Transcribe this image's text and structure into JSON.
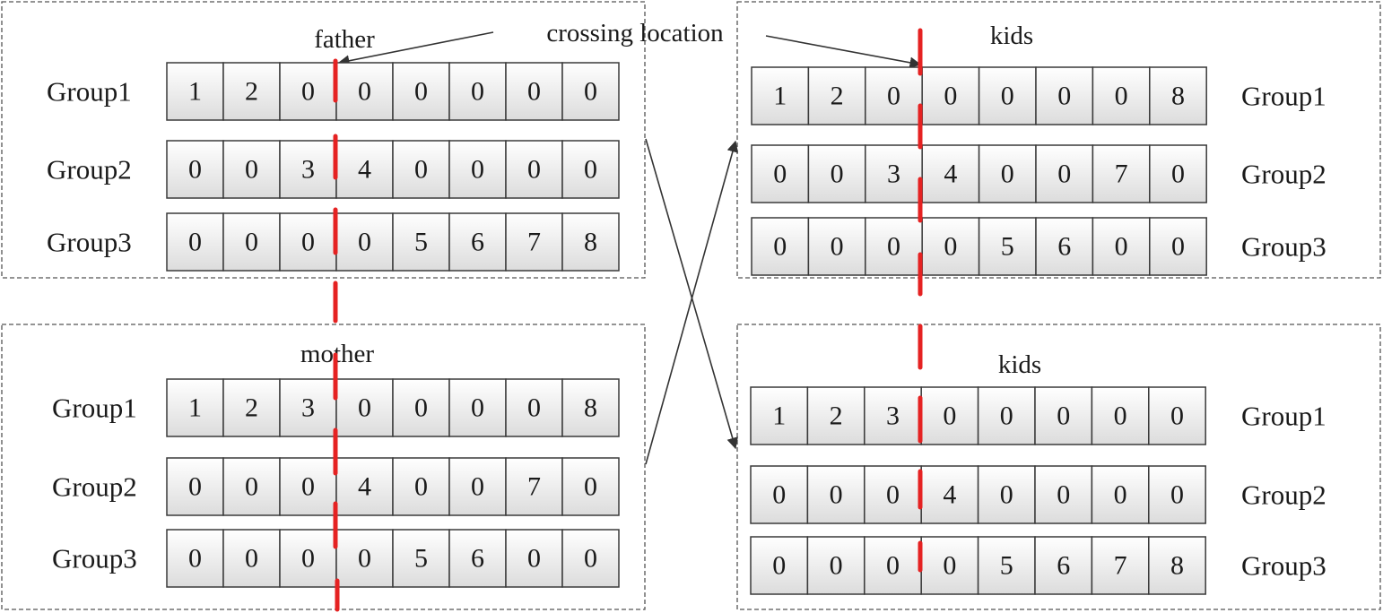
{
  "annotation": "crossing location",
  "parents": {
    "father": {
      "title": "father",
      "groups": [
        {
          "label": "Group1",
          "genes": [
            "1",
            "2",
            "0",
            "0",
            "0",
            "0",
            "0",
            "0"
          ]
        },
        {
          "label": "Group2",
          "genes": [
            "0",
            "0",
            "3",
            "4",
            "0",
            "0",
            "0",
            "0"
          ]
        },
        {
          "label": "Group3",
          "genes": [
            "0",
            "0",
            "0",
            "0",
            "5",
            "6",
            "7",
            "8"
          ]
        }
      ]
    },
    "mother": {
      "title": "mother",
      "groups": [
        {
          "label": "Group1",
          "genes": [
            "1",
            "2",
            "3",
            "0",
            "0",
            "0",
            "0",
            "8"
          ]
        },
        {
          "label": "Group2",
          "genes": [
            "0",
            "0",
            "0",
            "4",
            "0",
            "0",
            "7",
            "0"
          ]
        },
        {
          "label": "Group3",
          "genes": [
            "0",
            "0",
            "0",
            "0",
            "5",
            "6",
            "0",
            "0"
          ]
        }
      ]
    }
  },
  "children": {
    "kids_top": {
      "title": "kids",
      "groups": [
        {
          "label": "Group1",
          "genes": [
            "1",
            "2",
            "0",
            "0",
            "0",
            "0",
            "0",
            "8"
          ]
        },
        {
          "label": "Group2",
          "genes": [
            "0",
            "0",
            "3",
            "4",
            "0",
            "0",
            "7",
            "0"
          ]
        },
        {
          "label": "Group3",
          "genes": [
            "0",
            "0",
            "0",
            "0",
            "5",
            "6",
            "0",
            "0"
          ]
        }
      ]
    },
    "kids_bottom": {
      "title": "kids",
      "groups": [
        {
          "label": "Group1",
          "genes": [
            "1",
            "2",
            "3",
            "0",
            "0",
            "0",
            "0",
            "0"
          ]
        },
        {
          "label": "Group2",
          "genes": [
            "0",
            "0",
            "0",
            "4",
            "0",
            "0",
            "0",
            "0"
          ]
        },
        {
          "label": "Group3",
          "genes": [
            "0",
            "0",
            "0",
            "0",
            "5",
            "6",
            "7",
            "8"
          ]
        }
      ]
    }
  },
  "colors": {
    "crossing_line": "#e52222",
    "cell_fill_top": "#ffffff",
    "cell_fill_bottom": "#dcdcdc"
  }
}
